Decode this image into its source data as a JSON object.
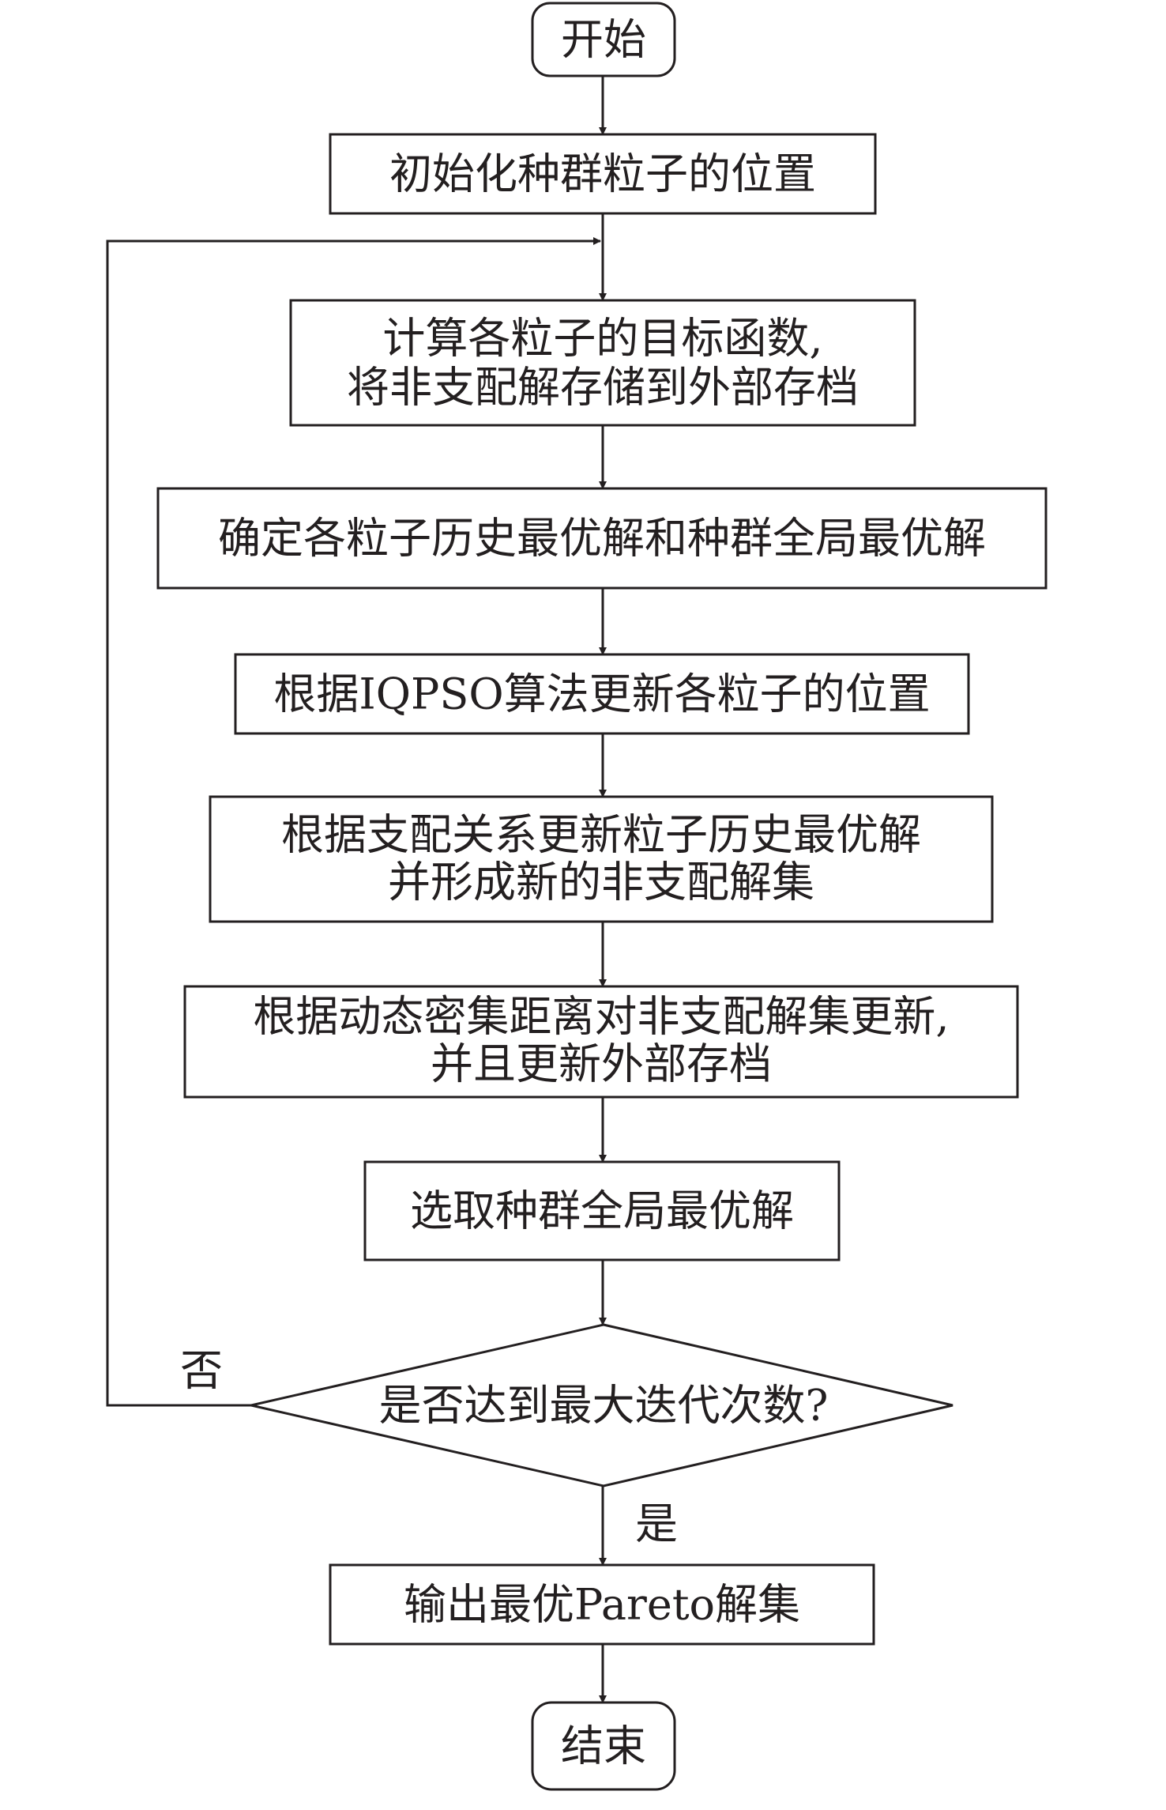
{
  "flowchart": {
    "start": "开始",
    "steps": {
      "init": [
        "初始化种群粒子的位置"
      ],
      "compute": [
        "计算各粒子的目标函数,",
        "将非支配解存储到外部存档"
      ],
      "determine": [
        "确定各粒子历史最优解和种群全局最优解"
      ],
      "update_positions": [
        "根据IQPSO算法更新各粒子的位置"
      ],
      "update_best": [
        "根据支配关系更新粒子历史最优解",
        "并形成新的非支配解集"
      ],
      "update_archive": [
        "根据动态密集距离对非支配解集更新,",
        "并且更新外部存档"
      ],
      "select_global": [
        "选取种群全局最优解"
      ],
      "output": [
        "输出最优Pareto解集"
      ]
    },
    "decision": "是否达到最大迭代次数?",
    "labels": {
      "no": "否",
      "yes": "是"
    },
    "end": "结束"
  },
  "colors": {
    "stroke": "#231f20",
    "background": "#ffffff"
  }
}
